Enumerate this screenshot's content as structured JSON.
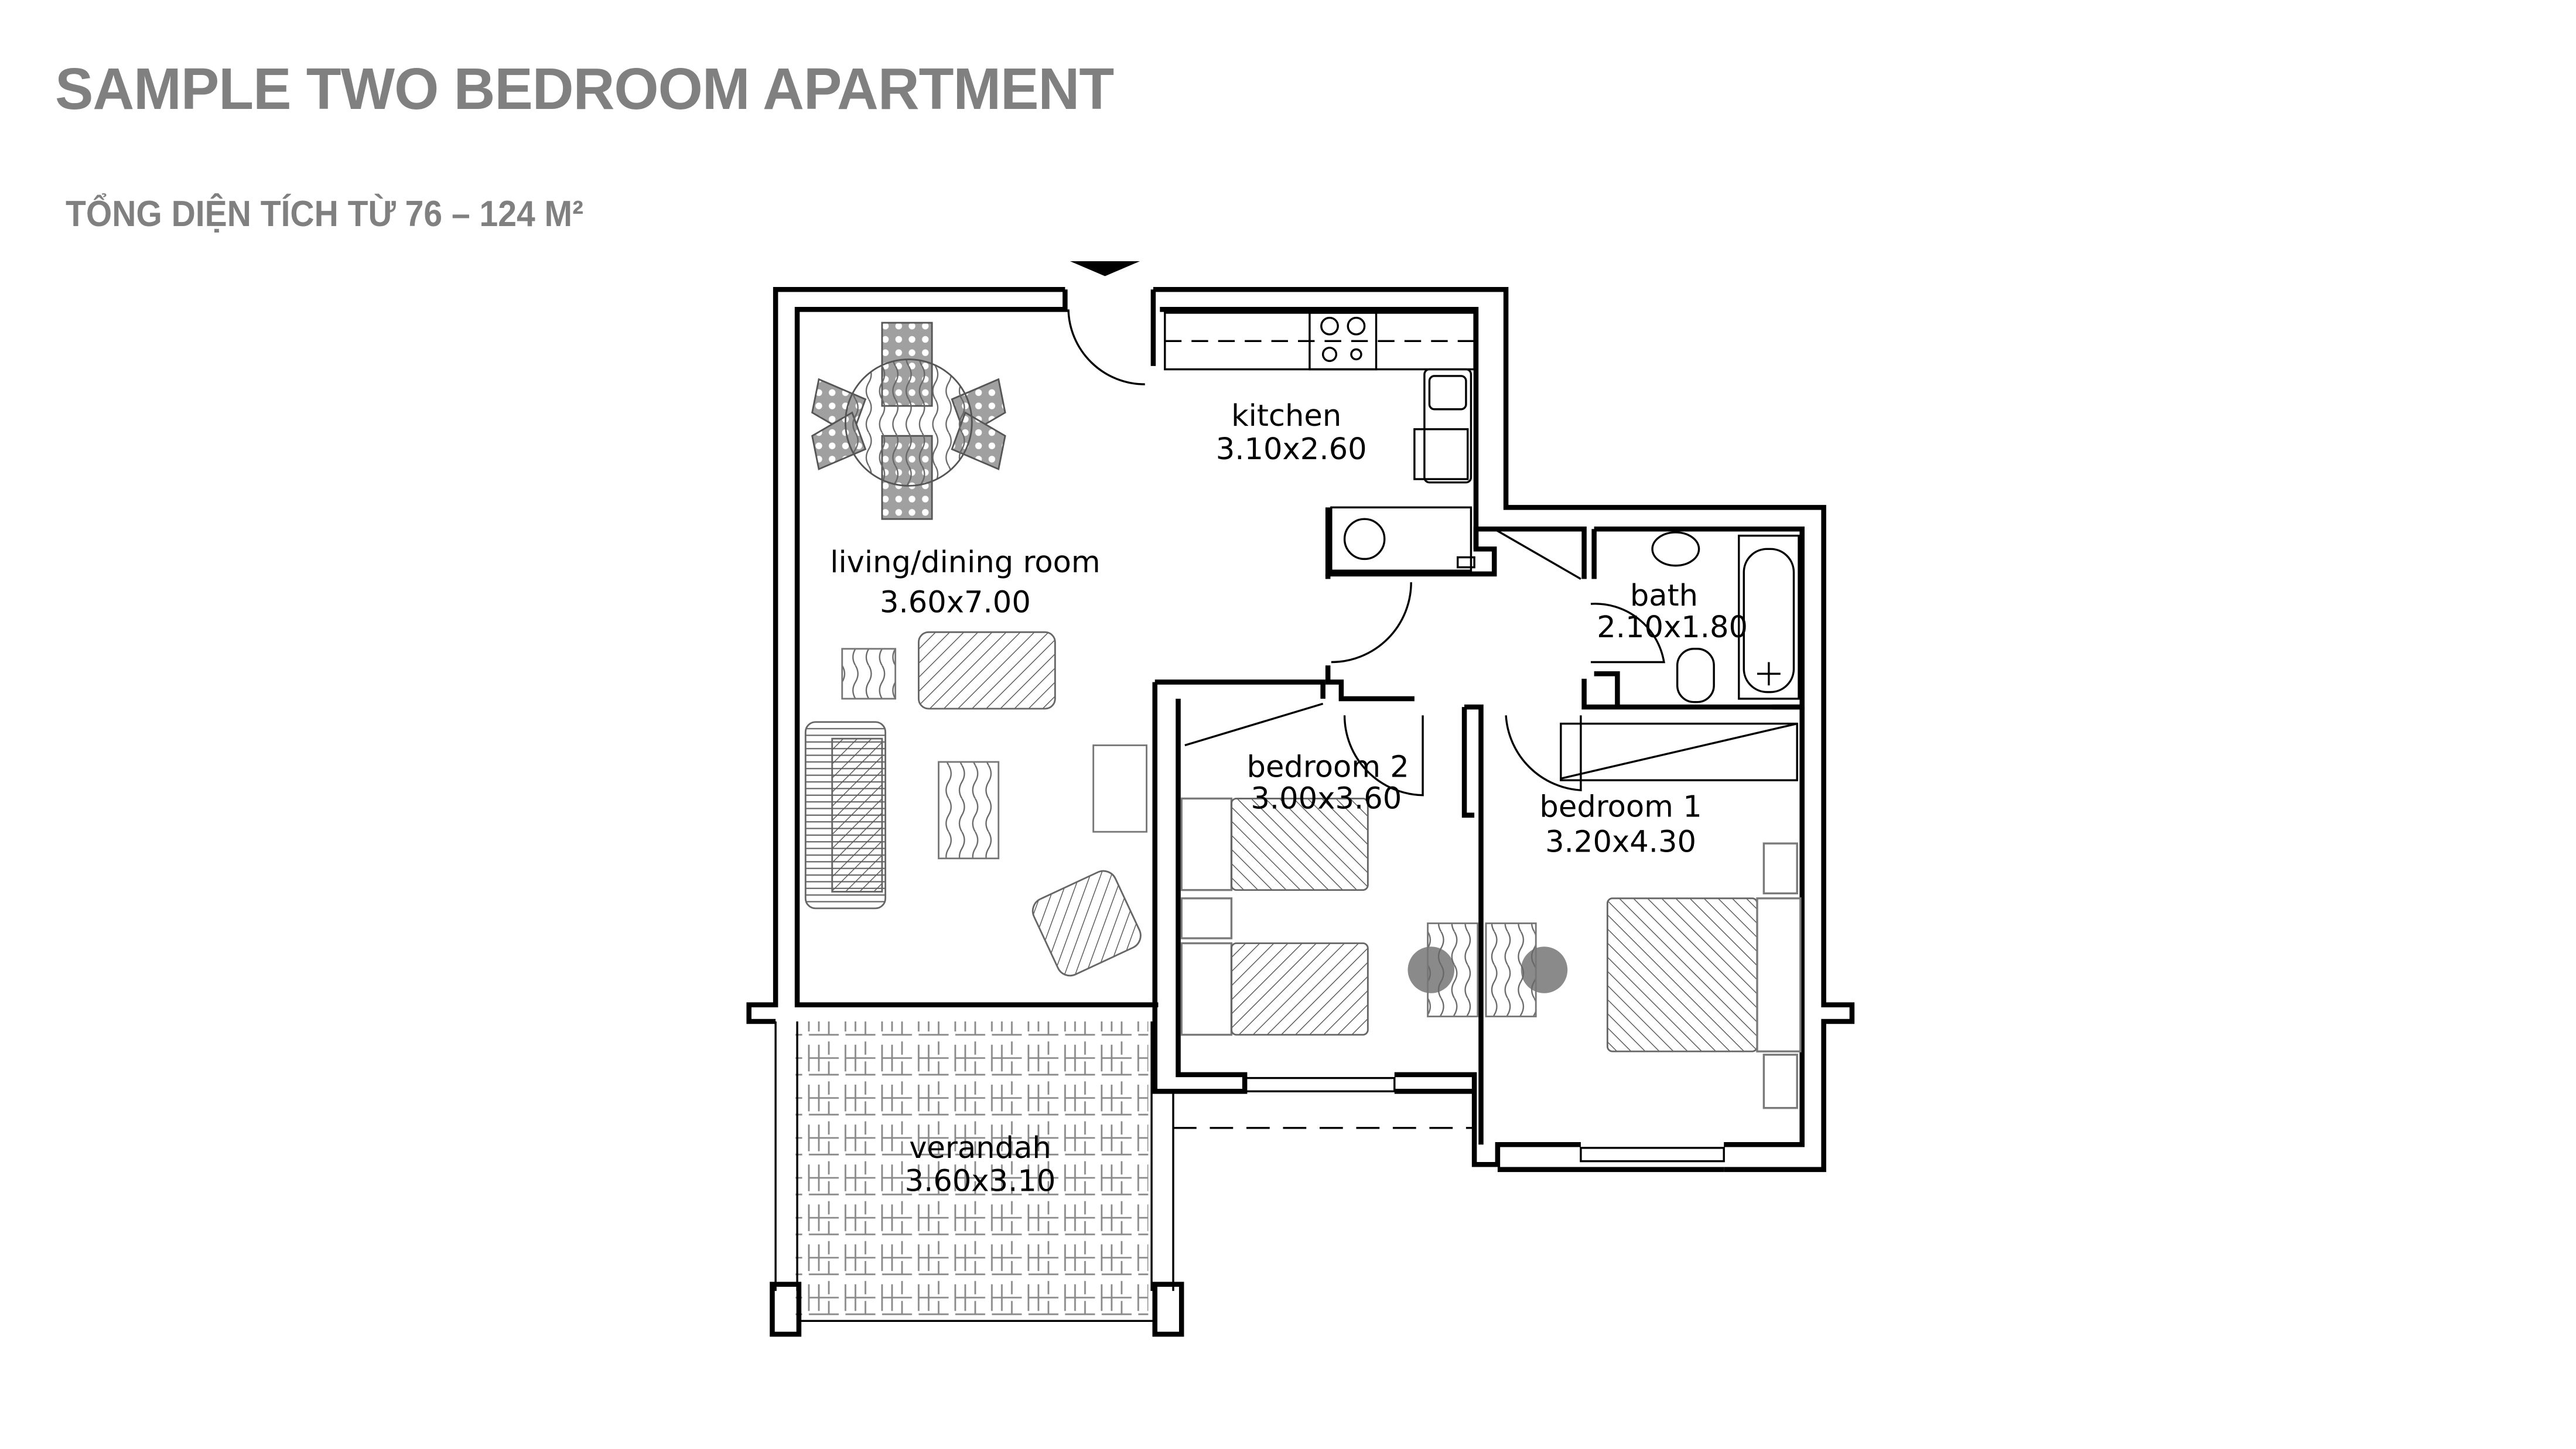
{
  "header": {
    "title": "SAMPLE TWO BEDROOM APARTMENT",
    "subtitle": "TỔNG DIỆN TÍCH TỪ 76 – 124 M²"
  },
  "floor_plan": {
    "rooms": [
      {
        "name": "kitchen",
        "dimensions": "3.10x2.60"
      },
      {
        "name": "living/dining room",
        "dimensions": "3.60x7.00"
      },
      {
        "name": "bath",
        "dimensions": "2.10x1.80"
      },
      {
        "name": "bedroom 2",
        "dimensions": "3.00x3.60"
      },
      {
        "name": "bedroom 1",
        "dimensions": "3.20x4.30"
      },
      {
        "name": "verandah",
        "dimensions": "3.60x3.10"
      }
    ],
    "entrance_marker": "entrance-arrow",
    "colors": {
      "title": "#808080",
      "walls": "#000000",
      "furniture": "#7a7a7a"
    }
  }
}
